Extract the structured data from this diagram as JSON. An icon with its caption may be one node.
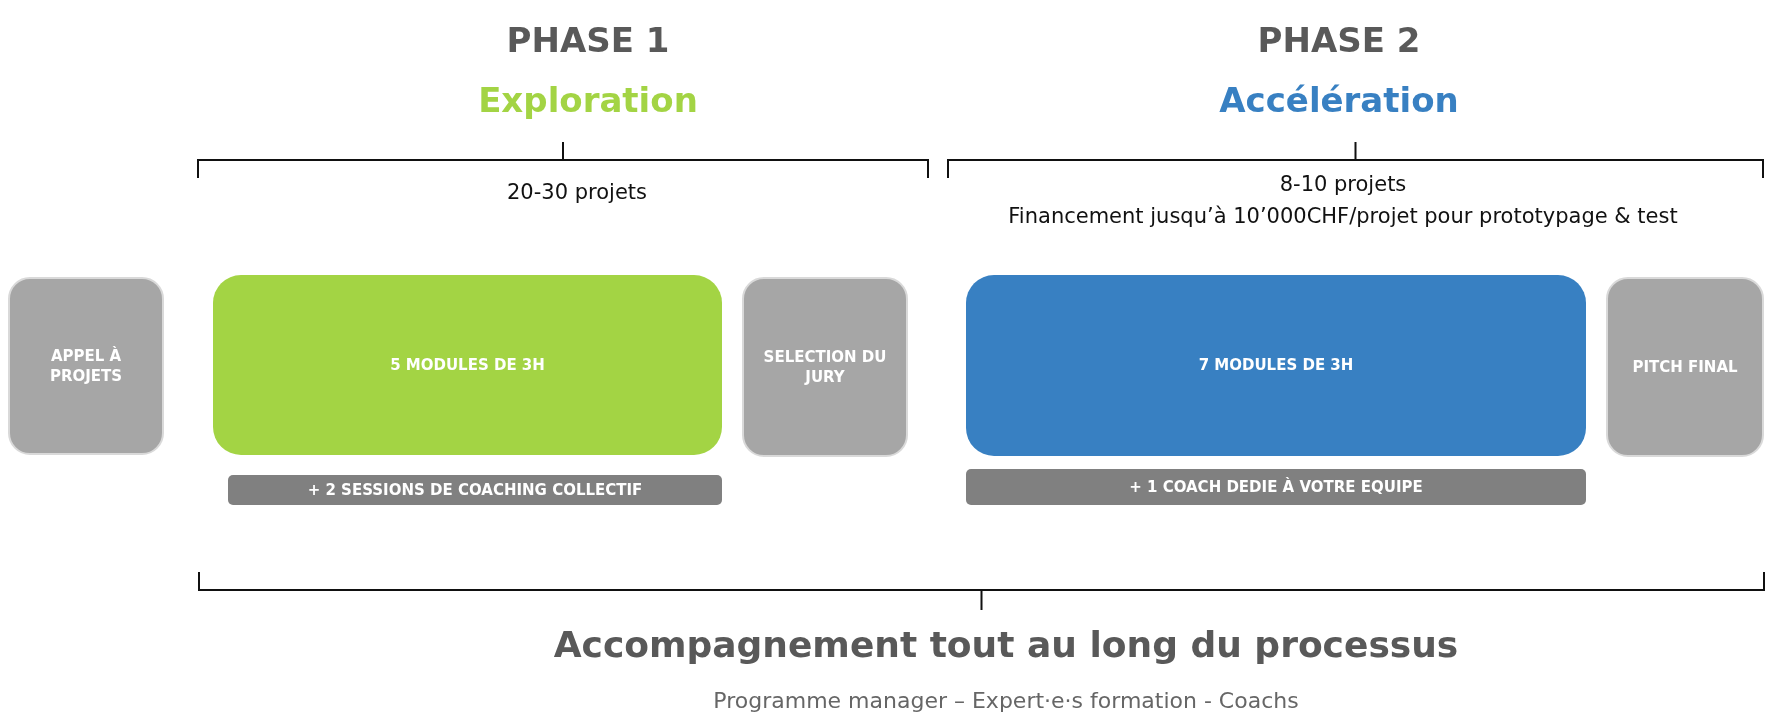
{
  "diagram": {
    "nodes": [
      {
        "text": [
          "APPEL À PROJETS"
        ]
      },
      {
        "text": [
          "5 MODULES DE 3H"
        ]
      },
      {
        "text": [
          "SELECTION DU JURY"
        ]
      },
      {
        "text": [
          "7 MODULES DE 3H"
        ]
      },
      {
        "text": [
          "PITCH FINAL"
        ]
      },
      {
        "text": [
          "+ 2 SESSIONS DE COACHING COLLECTIF"
        ]
      },
      {
        "text": [
          "+ 1 COACH DEDIE À VOTRE EQUIPE"
        ]
      }
    ],
    "edges": [],
    "labels": [
      "PHASE 1",
      "Exploration",
      "20-30 projets",
      "PHASE 2",
      "Accélération",
      "8-10 projets",
      "Financement jusqu’à 10’000CHF/projet pour prototypage & test",
      "Accompagnement tout au long du processus",
      "Programme manager – Expert·e·s formation - Coachs"
    ]
  }
}
